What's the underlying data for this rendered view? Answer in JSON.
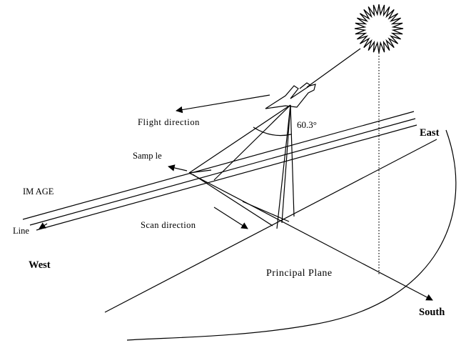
{
  "labels": {
    "flight_direction": "Flight direction",
    "angle": "60.3°",
    "east": "East",
    "sample": "Samp le",
    "image": "IM AGE",
    "line": "Line",
    "scan_direction": "Scan direction",
    "west": "West",
    "principal_plane": "Principal Plane",
    "south": "South"
  },
  "colors": {
    "ink": "#000000",
    "background": "#ffffff"
  },
  "icons": {
    "sun": "sun-icon",
    "aircraft": "airplane-icon"
  }
}
